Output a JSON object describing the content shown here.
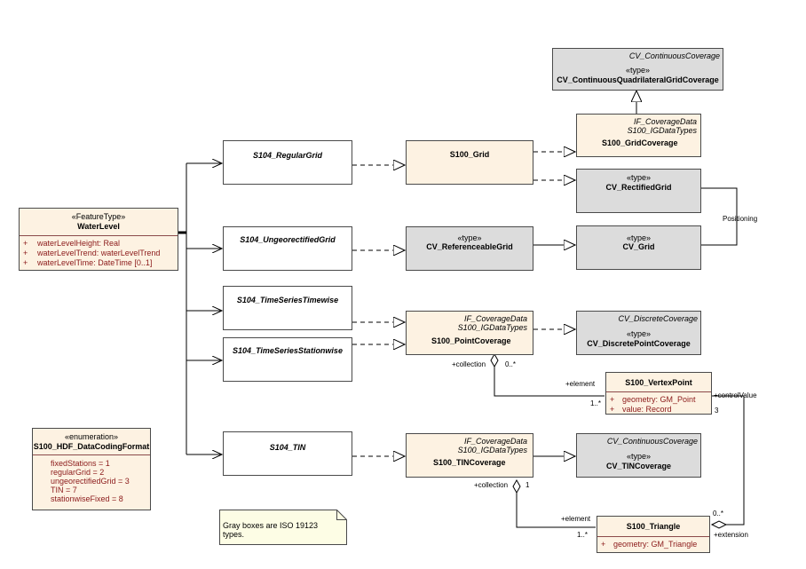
{
  "waterlevel": {
    "stereotype": "«FeatureType»",
    "name": "WaterLevel",
    "attributes": [
      "waterLevelHeight: Real",
      "waterLevelTrend: waterLevelTrend",
      "waterLevelTime: DateTime [0..1]"
    ],
    "plus": "+"
  },
  "enum": {
    "stereotype": "«enumeration»",
    "name": "S100_HDF_DataCodingFormat",
    "values": [
      "fixedStations = 1",
      "regularGrid = 2",
      "ungeorectifiedGrid = 3",
      "TIN = 7",
      "stationwiseFixed = 8"
    ]
  },
  "s104": {
    "regular_grid": "S104_RegularGrid",
    "ungeorectified_grid": "S104_UngeorectifiedGrid",
    "time_series_timewise": "S104_TimeSeriesTimewise",
    "time_series_stationwise": "S104_TimeSeriesStationwise",
    "tin": "S104_TIN"
  },
  "s100_grid": "S100_Grid",
  "referenceable": {
    "stereotype": "«type»",
    "name": "CV_ReferenceableGrid"
  },
  "point_coverage": {
    "parent": "IF_CoverageData",
    "package": "S100_IGDataTypes",
    "name": "S100_PointCoverage"
  },
  "tin_coverage": {
    "parent": "IF_CoverageData",
    "package": "S100_IGDataTypes",
    "name": "S100_TINCoverage"
  },
  "grid_coverage": {
    "parent": "IF_CoverageData",
    "package": "S100_IGDataTypes",
    "name": "S100_GridCoverage"
  },
  "cv_quad": {
    "parent": "CV_ContinuousCoverage",
    "stereotype": "«type»",
    "name": "CV_ContinuousQuadrilateralGridCoverage"
  },
  "cv_rectified": {
    "stereotype": "«type»",
    "name": "CV_RectifiedGrid"
  },
  "cv_grid": {
    "stereotype": "«type»",
    "name": "CV_Grid"
  },
  "cv_discrete": {
    "parent": "CV_DiscreteCoverage",
    "stereotype": "«type»",
    "name": "CV_DiscretePointCoverage"
  },
  "cv_tin": {
    "parent": "CV_ContinuousCoverage",
    "stereotype": "«type»",
    "name": "CV_TINCoverage"
  },
  "vertex": {
    "name": "S100_VertexPoint",
    "attributes": [
      "geometry: GM_Point",
      "value: Record"
    ]
  },
  "triangle": {
    "name": "S100_Triangle",
    "attributes": [
      "geometry: GM_Triangle"
    ]
  },
  "labels": {
    "positioning": "Positioning",
    "collection1": "+collection",
    "mult_0n": "0..*",
    "element1": "+element",
    "mult_1n_a": "1..*",
    "control_value": "+controlValue",
    "mult_3": "3",
    "collection2": "+collection",
    "mult_1": "1",
    "element2": "+element",
    "mult_1n_b": "1..*",
    "mult_0n_b": "0..*",
    "extension": "+extension"
  },
  "note": "Gray boxes are ISO 19123 types."
}
